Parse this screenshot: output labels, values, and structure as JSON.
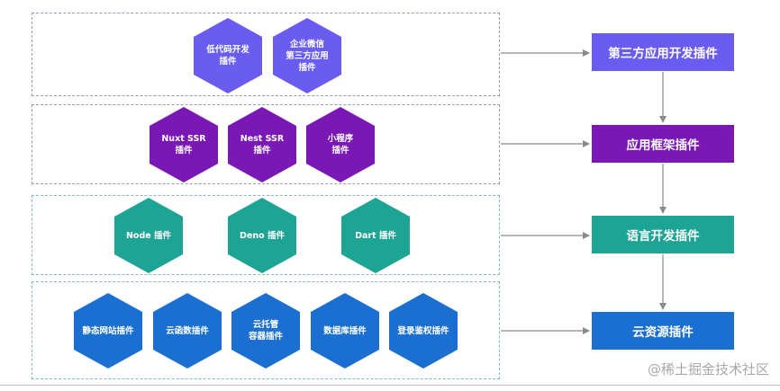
{
  "rows": [
    {
      "color": "#6a5cf0",
      "hex_labels": [
        "低代码开发\n插件",
        "企业微信\n第三方应用\n插件"
      ],
      "target_label": "第三方应用开发插件"
    },
    {
      "color": "#7a18b6",
      "hex_labels": [
        "Nuxt SSR\n插件",
        "Nest SSR\n插件",
        "小程序\n插件"
      ],
      "target_label": "应用框架插件"
    },
    {
      "color": "#1ea494",
      "hex_labels": [
        "Node 插件",
        "Deno 插件",
        "Dart 插件"
      ],
      "target_label": "语言开发插件"
    },
    {
      "color": "#1a6fd0",
      "hex_labels": [
        "静态网站插件",
        "云函数插件",
        "云托管\n容器插件",
        "数据库插件",
        "登录鉴权插件"
      ],
      "target_label": "云资源插件"
    }
  ],
  "watermark": "@稀土掘金技术社区",
  "line_color": "#8a8a8a"
}
